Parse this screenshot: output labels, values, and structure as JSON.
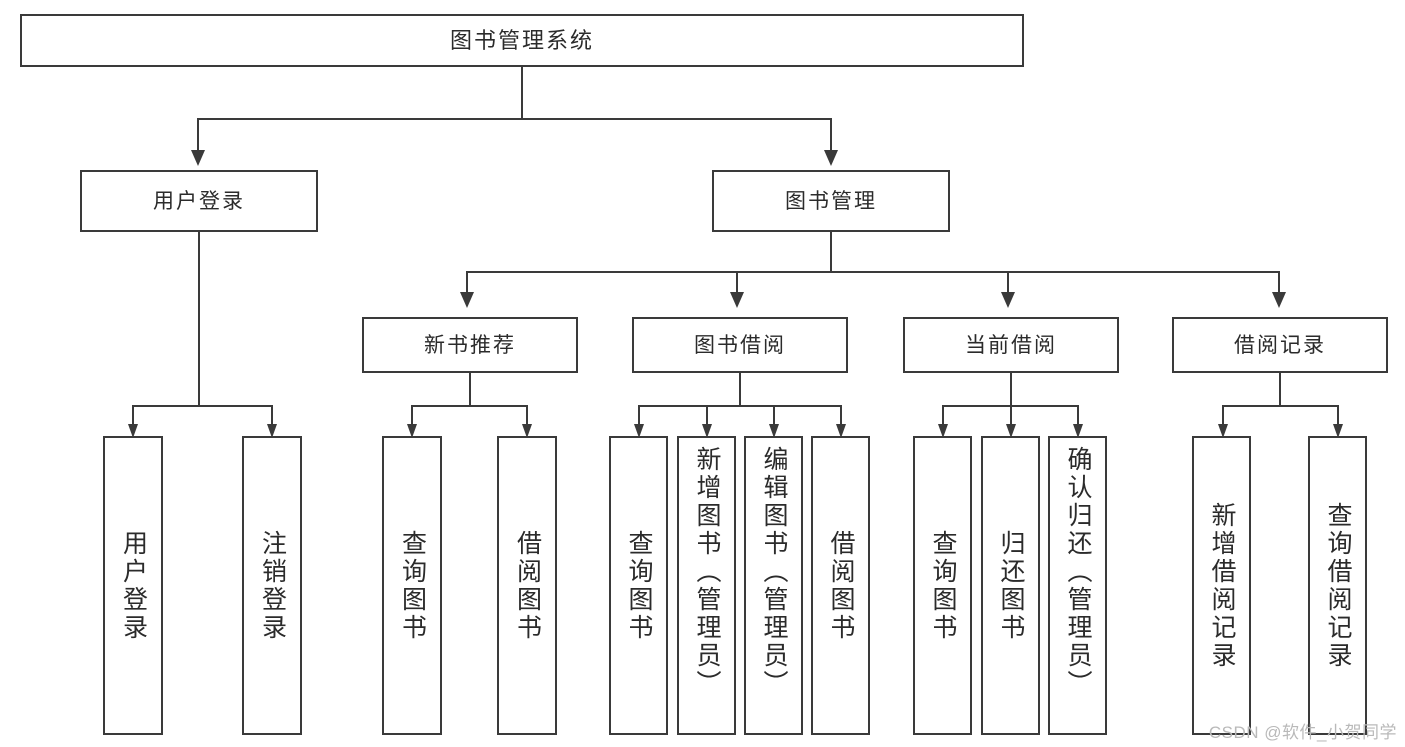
{
  "diagram": {
    "title": "图书管理系统",
    "type": "tree-hierarchy-diagram",
    "colors": {
      "box_border": "#3a3a3a",
      "box_fill": "#ffffff",
      "line": "#3a3a3a",
      "text": "#2b2b2b",
      "watermark": "#b9b9b9",
      "background": "#ffffff"
    }
  },
  "root": {
    "label": "图书管理系统"
  },
  "level2": [
    {
      "label": "用户登录"
    },
    {
      "label": "图书管理"
    }
  ],
  "level3": [
    {
      "label": "新书推荐"
    },
    {
      "label": "图书借阅"
    },
    {
      "label": "当前借阅"
    },
    {
      "label": "借阅记录"
    }
  ],
  "leaves": {
    "user_login": [
      {
        "label": "用户登录"
      },
      {
        "label": "注销登录"
      }
    ],
    "new_book_recommend": [
      {
        "label": "查询图书"
      },
      {
        "label": "借阅图书"
      }
    ],
    "book_borrow": [
      {
        "label": "查询图书"
      },
      {
        "label": "新增图书（管理员）"
      },
      {
        "label": "编辑图书（管理员）"
      },
      {
        "label": "借阅图书"
      }
    ],
    "current_borrow": [
      {
        "label": "查询图书"
      },
      {
        "label": "归还图书"
      },
      {
        "label": "确认归还（管理员）"
      }
    ],
    "borrow_record": [
      {
        "label": "新增借阅记录"
      },
      {
        "label": "查询借阅记录"
      }
    ]
  },
  "watermark": {
    "text": "CSDN @软件_小贺同学"
  }
}
